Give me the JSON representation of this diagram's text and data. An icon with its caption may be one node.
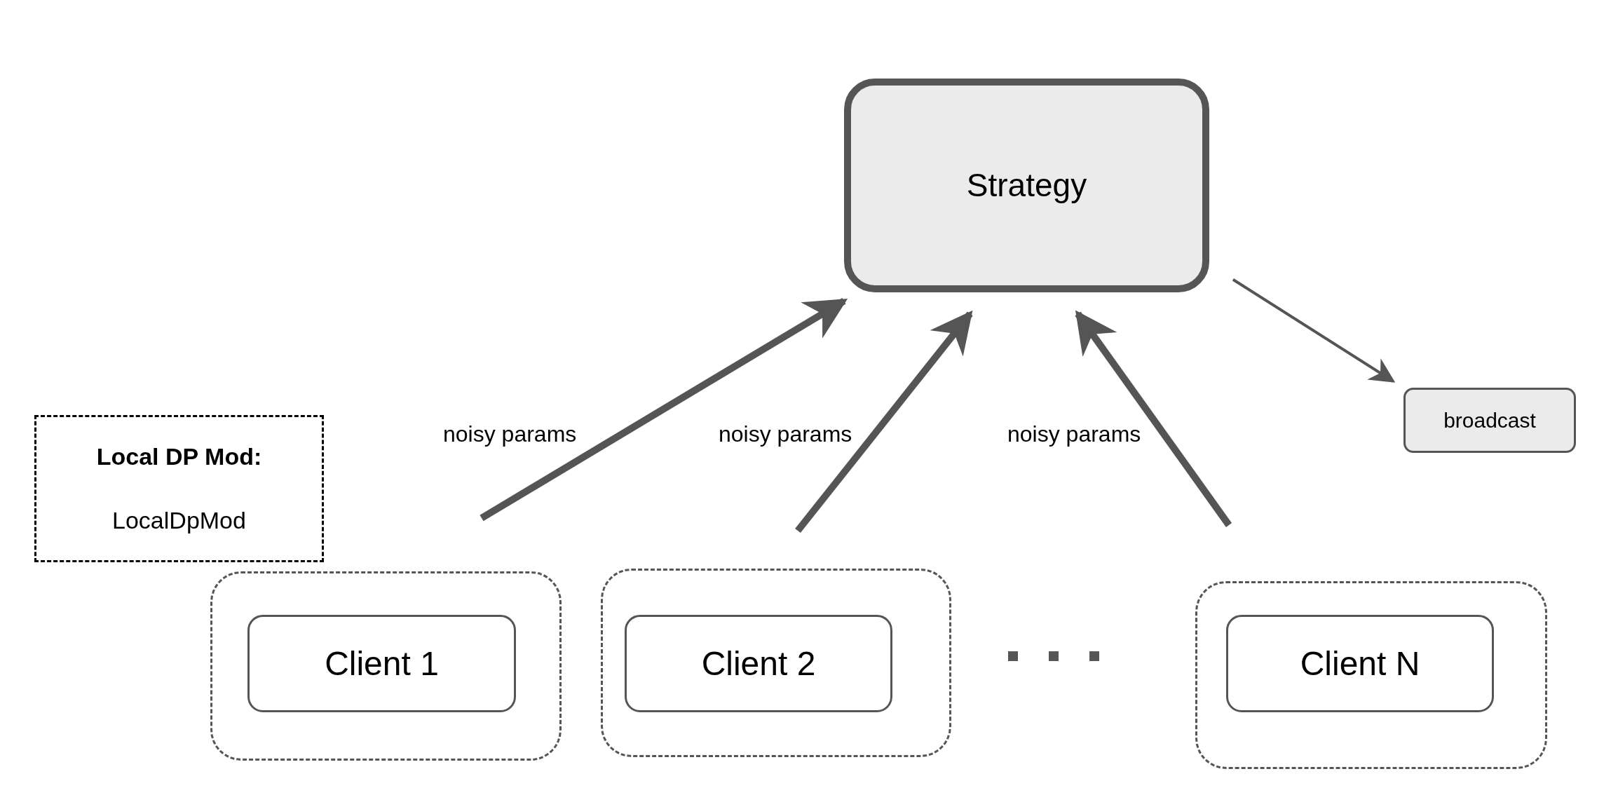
{
  "diagram": {
    "nodes": [
      {
        "text": [
          "Strategy"
        ]
      },
      {
        "text": [
          "broadcast"
        ]
      },
      {
        "text": [
          "Local DP Mod:",
          "LocalDpMod"
        ]
      },
      {
        "text": [],
        "shape": "box"
      },
      {
        "text": [
          "Client 1"
        ],
        "in": 3
      },
      {
        "text": [],
        "shape": "box"
      },
      {
        "text": [
          "Client 2"
        ],
        "in": 5
      },
      {
        "text": [],
        "shape": "box"
      },
      {
        "text": [
          "Client N"
        ],
        "in": 7
      }
    ],
    "edges": [
      {
        "from": null,
        "to": 0,
        "arrow": "to",
        "label": "noisy params"
      },
      {
        "from": null,
        "to": 0,
        "arrow": "to",
        "label": "noisy params"
      },
      {
        "from": null,
        "to": 0,
        "arrow": "to",
        "label": "noisy params"
      },
      {
        "from": 0,
        "to": 1,
        "arrow": "to"
      }
    ]
  }
}
